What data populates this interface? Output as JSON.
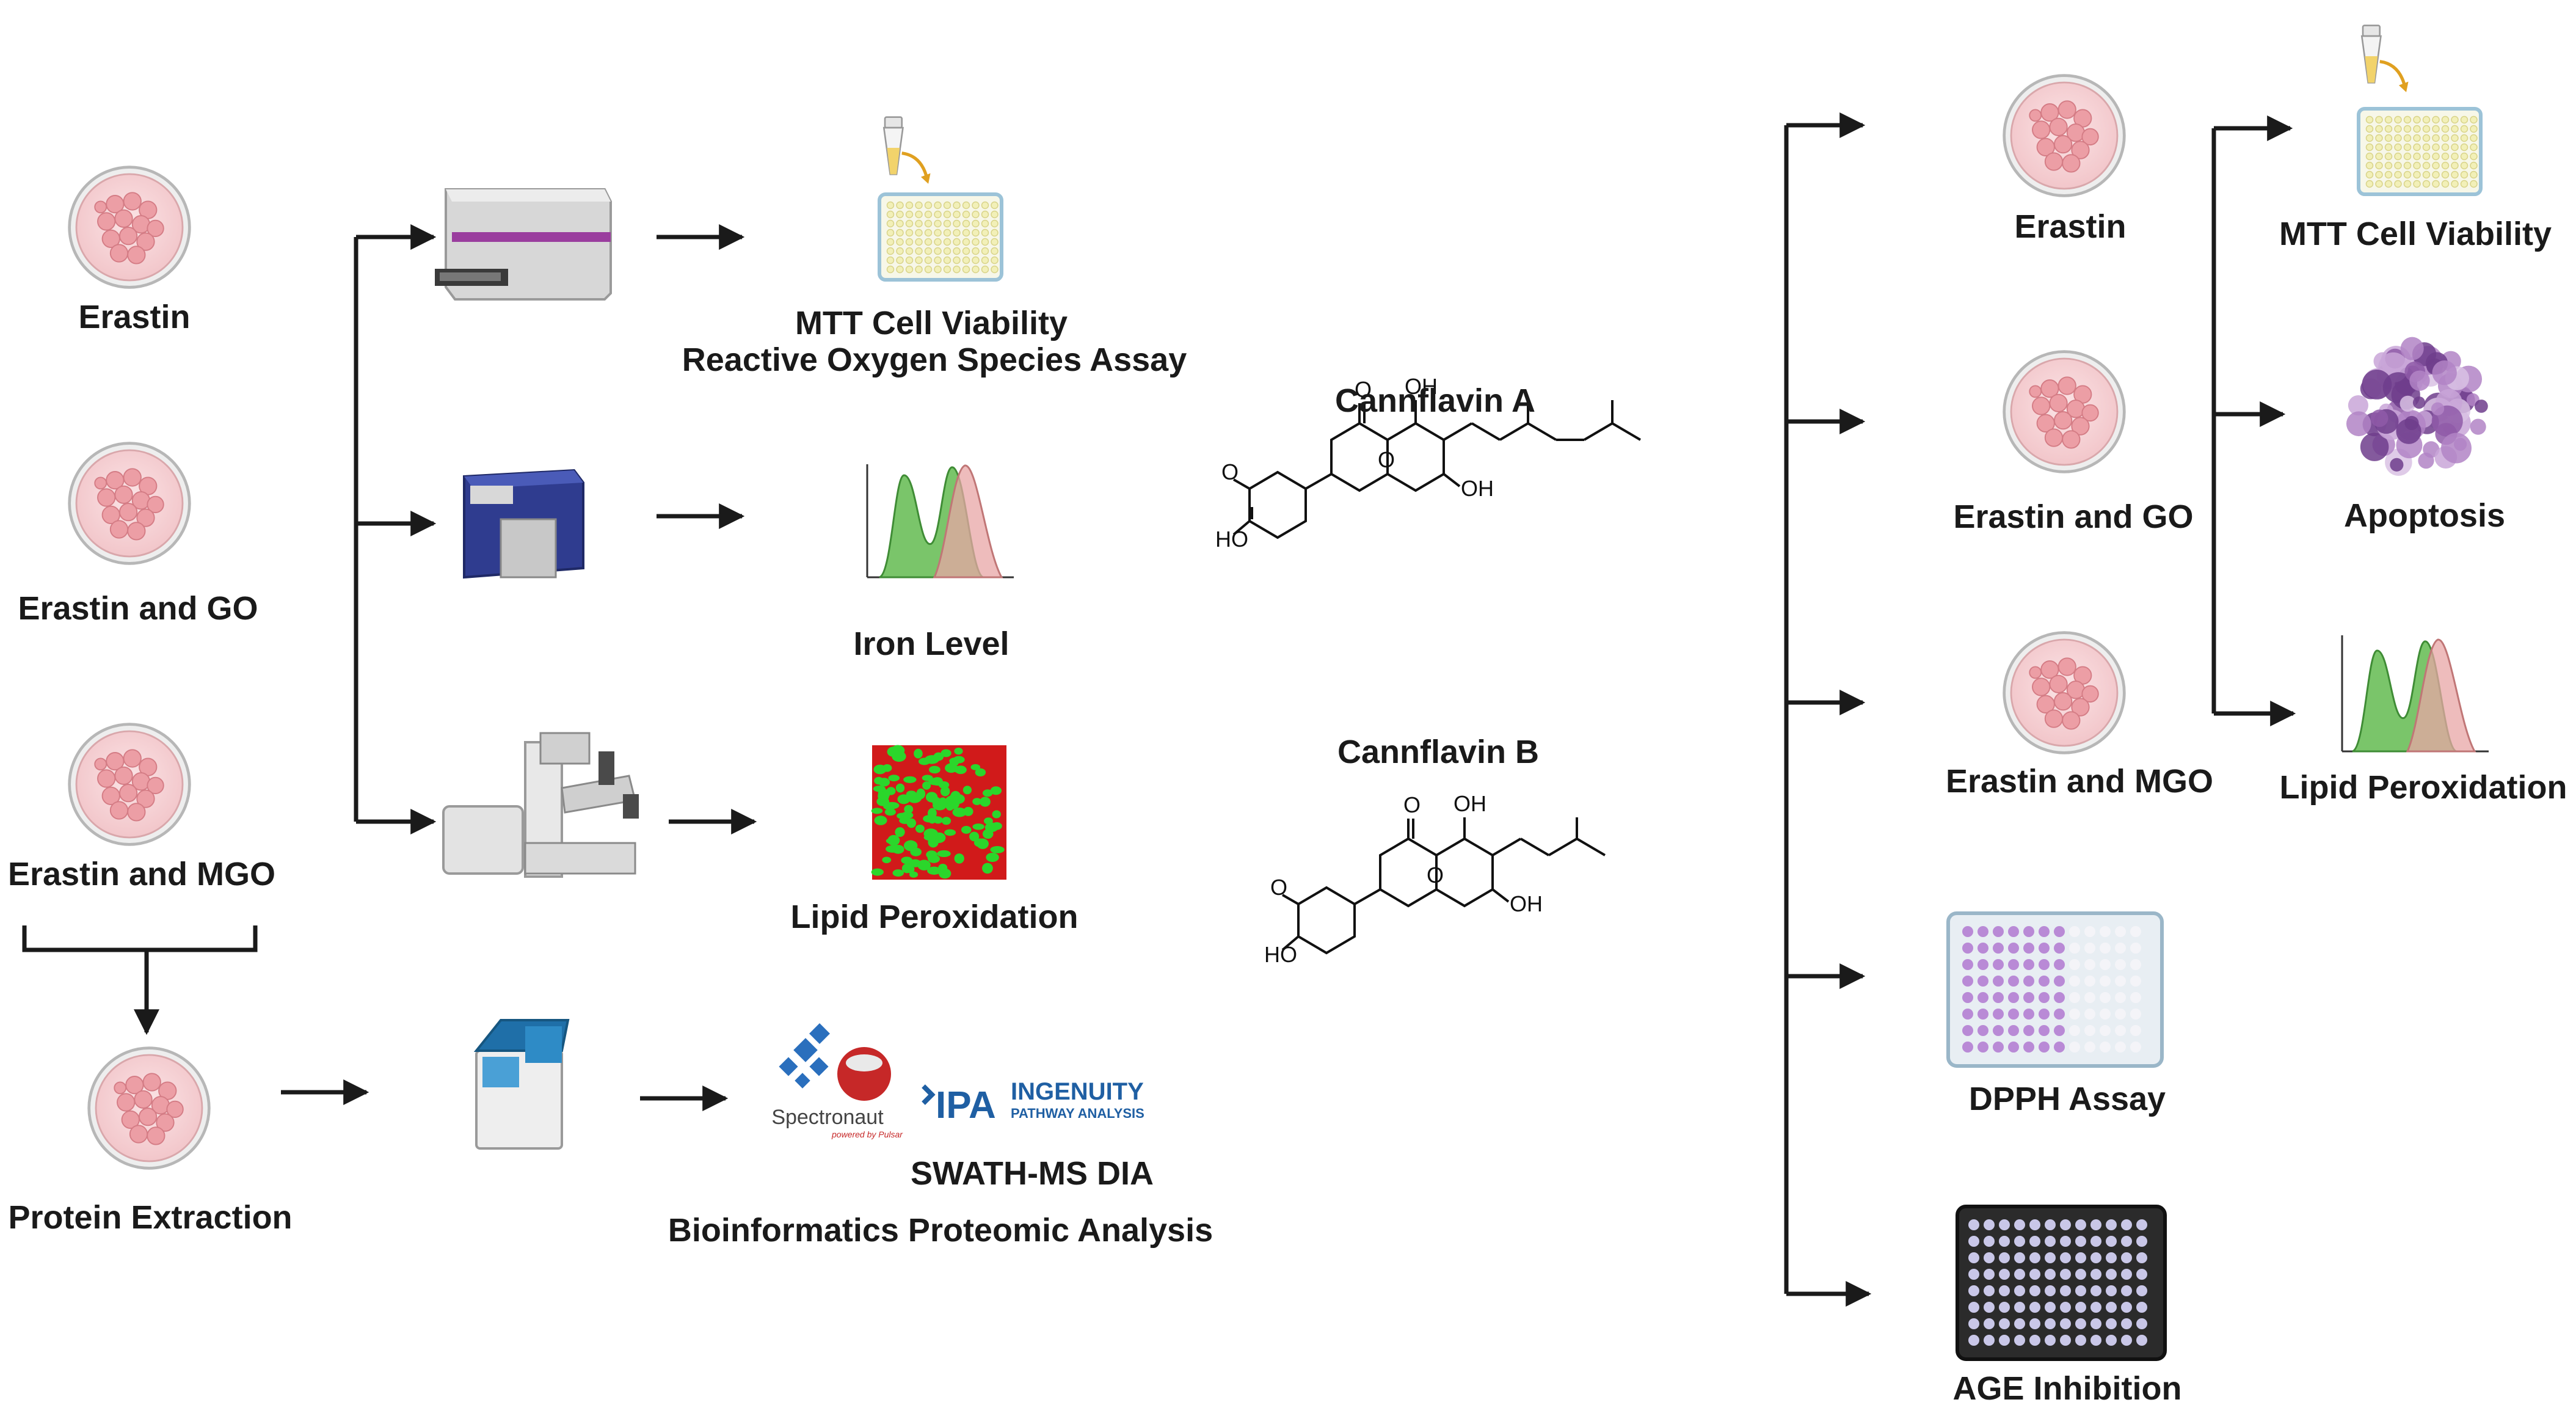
{
  "colors": {
    "arrow": "#1a1a1a",
    "dish_fill": "#f7d6d8",
    "cell_fill": "#ec9ea5",
    "plate_well": "#f2f0b8",
    "plate_purple": "#b98ad6",
    "flow_green": "#4caf50",
    "flow_pink": "#e8a6a6",
    "lipid_green": "#2bd62b",
    "lipid_red": "#d11a1a",
    "age_plate": "#2b2b2b"
  },
  "left": {
    "treatments": [
      "Erastin",
      "Erastin and GO",
      "Erastin and MGO"
    ],
    "protein": "Protein Extraction",
    "assays": {
      "mtt_line1": "MTT Cell Viability",
      "mtt_line2": "Reactive Oxygen Species Assay",
      "iron": "Iron Level",
      "lipid": "Lipid Peroxidation"
    },
    "proteomics": {
      "spectronaut": "Spectronaut",
      "spectronaut_sub": "powered by Pulsar",
      "ipa": "IPA",
      "ingenuity": "INGENUITY",
      "pathway": "PATHWAY ANALYSIS",
      "swath": "SWATH-MS DIA",
      "bioinfo": "Bioinformatics Proteomic Analysis"
    }
  },
  "middle": {
    "cannflavin_a": "Cannflavin A",
    "cannflavin_b": "Cannflavin B",
    "atoms": {
      "o": "O",
      "oh": "OH",
      "ho": "HO"
    }
  },
  "right": {
    "treatments": [
      "Erastin",
      "Erastin and GO",
      "Erastin and MGO"
    ],
    "dpph": "DPPH Assay",
    "age": "AGE Inhibition",
    "mtt": "MTT Cell Viability",
    "apoptosis": "Apoptosis",
    "lipid": "Lipid Peroxidation"
  }
}
